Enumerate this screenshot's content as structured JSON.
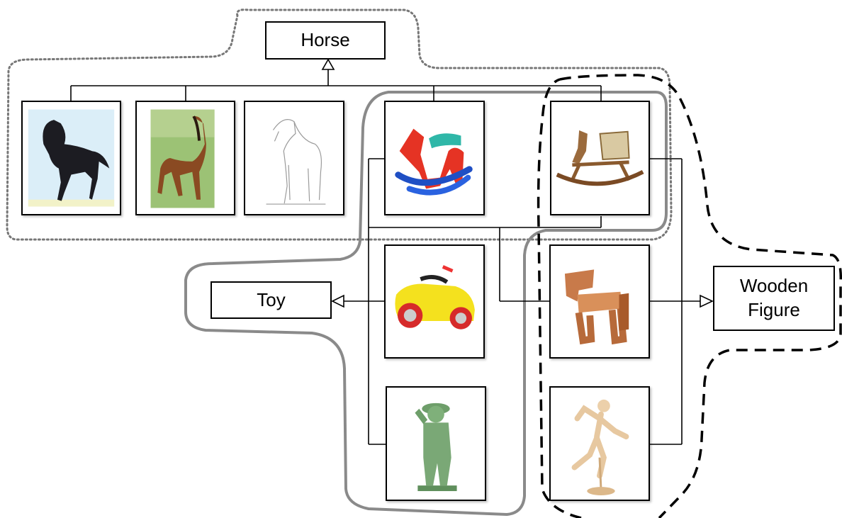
{
  "classes": {
    "horse": "Horse",
    "toy": "Toy",
    "wooden_figure": "Wooden Figure"
  },
  "items": [
    {
      "id": "black-horse",
      "icon": "black-horse-photo-icon"
    },
    {
      "id": "brown-horse",
      "icon": "brown-horse-photo-icon"
    },
    {
      "id": "horse-sketch",
      "icon": "horse-sketch-icon"
    },
    {
      "id": "toy-rocking-horse",
      "icon": "red-rocking-horse-icon"
    },
    {
      "id": "wooden-rocking-horse",
      "icon": "wooden-rocking-horse-icon"
    },
    {
      "id": "toy-car",
      "icon": "ride-on-toy-car-icon"
    },
    {
      "id": "wooden-puzzle-horse",
      "icon": "wooden-puzzle-horse-icon"
    },
    {
      "id": "toy-soldier",
      "icon": "green-toy-soldier-icon"
    },
    {
      "id": "wooden-mannequin",
      "icon": "wooden-mannequin-icon"
    }
  ],
  "groups": [
    {
      "id": "horse-group",
      "style": "dotted",
      "color": "#777777"
    },
    {
      "id": "toy-group",
      "style": "solid",
      "color": "#8a8a8a"
    },
    {
      "id": "wooden-figure-group",
      "style": "dashed",
      "color": "#000000"
    }
  ]
}
